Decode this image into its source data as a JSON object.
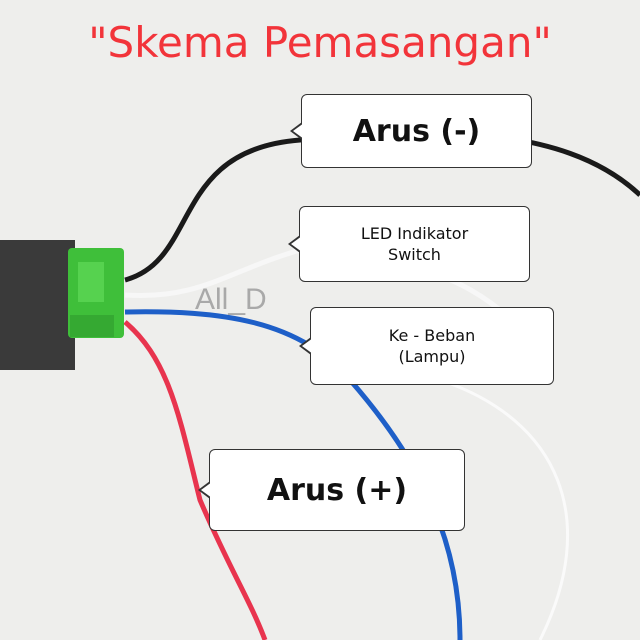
{
  "title": "\"Skema Pemasangan\"",
  "watermark": "All_D",
  "labels": {
    "negative": "Arus (-)",
    "led_line1": "LED Indikator",
    "led_line2": "Switch",
    "load_line1": "Ke - Beban",
    "load_line2": "(Lampu)",
    "positive": "Arus (+)"
  },
  "colors": {
    "title": "#f2343a",
    "wire_black": "#1a1a1a",
    "wire_white": "#f5f5f5",
    "wire_blue": "#1e5fc8",
    "wire_red": "#e8344e",
    "connector": "#3fbf3a",
    "box": "#3a3a3a"
  }
}
